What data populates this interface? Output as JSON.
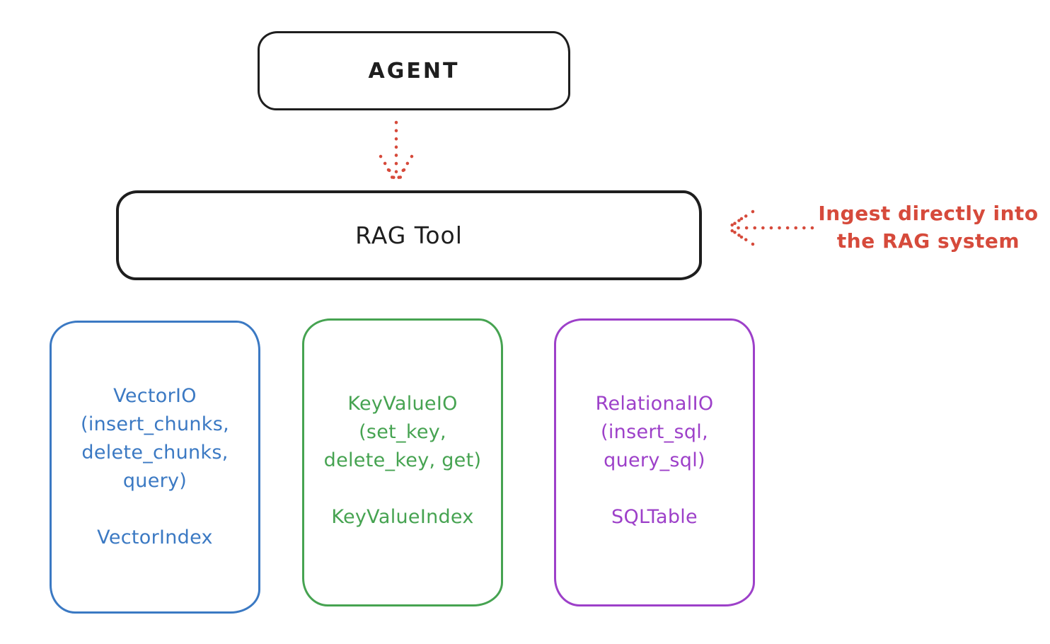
{
  "canvas": {
    "background": "#ffffff"
  },
  "colors": {
    "ink": "#1e1e1e",
    "red": "#d64a3b",
    "blue": "#3b79c3",
    "green": "#46a351",
    "purple": "#9d40c9"
  },
  "agent": {
    "label": "AGENT"
  },
  "rag_tool": {
    "label": "RAG Tool"
  },
  "annotation": {
    "line1": "Ingest directly into",
    "line2": "the RAG system",
    "color": "#d64a3b"
  },
  "arrows": {
    "agent_to_rag": {
      "style": "dotted",
      "direction": "down",
      "color": "#d64a3b"
    },
    "ingest_to_rag": {
      "style": "dotted",
      "direction": "left",
      "color": "#d64a3b"
    }
  },
  "stores": [
    {
      "id": "vector-io",
      "color": "#3b79c3",
      "line1": "VectorIO",
      "line2": "(insert_chunks,",
      "line3": "delete_chunks,",
      "line4": "query)",
      "index": "VectorIndex"
    },
    {
      "id": "keyvalue-io",
      "color": "#46a351",
      "line1": "KeyValueIO",
      "line2": "(set_key,",
      "line3": "delete_key, get)",
      "index": "KeyValueIndex"
    },
    {
      "id": "relational-io",
      "color": "#9d40c9",
      "line1": "RelationalIO",
      "line2": "(insert_sql,",
      "line3": "query_sql)",
      "index": "SQLTable"
    }
  ]
}
